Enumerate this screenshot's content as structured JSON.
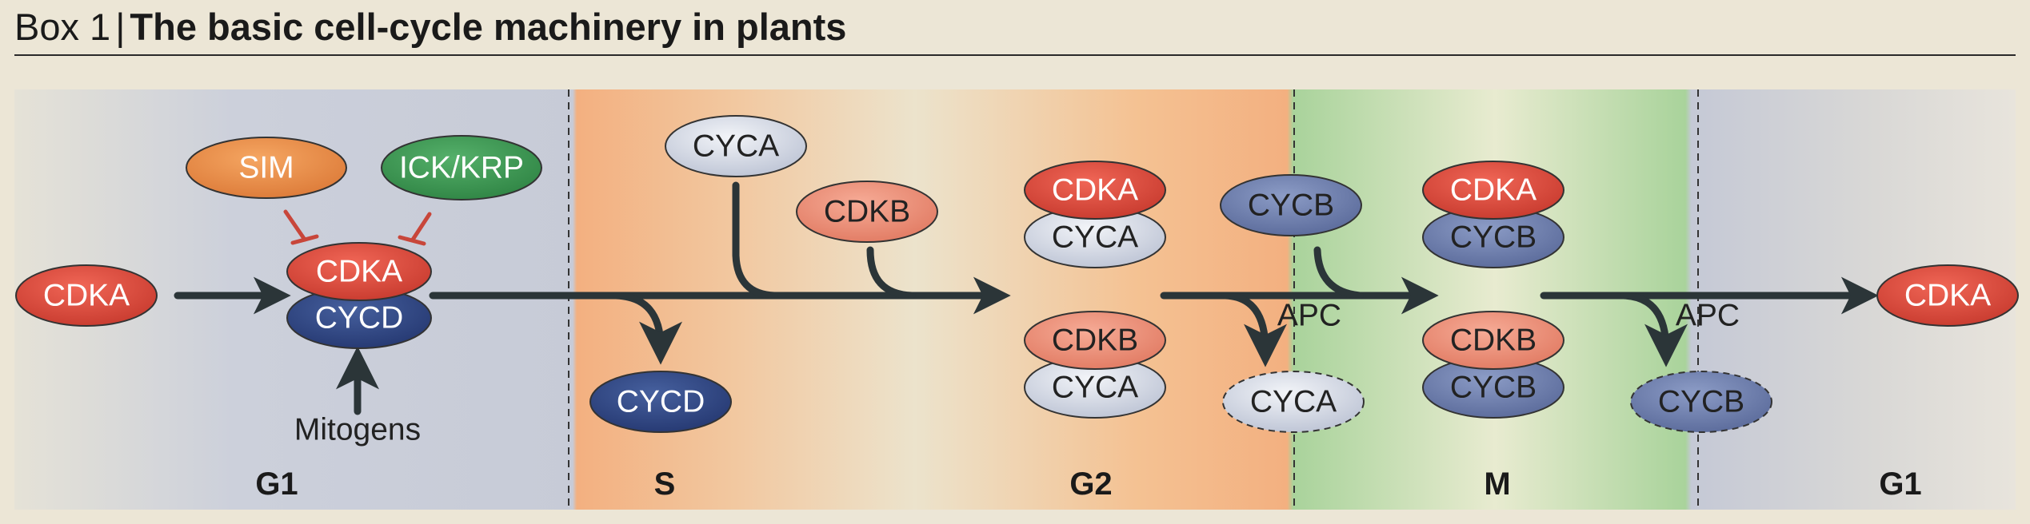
{
  "header": {
    "box_label": "Box 1",
    "separator": "|",
    "title": "The basic cell-cycle machinery in plants"
  },
  "phases": [
    "G1",
    "S",
    "G2",
    "M",
    "G1"
  ],
  "proteins": {
    "cdka_start": "CDKA",
    "sim": "SIM",
    "ick_krp": "ICK/KRP",
    "cdka_g1": "CDKA",
    "cycd_g1": "CYCD",
    "mitogens": "Mitogens",
    "cycd_degraded": "CYCD",
    "cyca_s": "CYCA",
    "cdkb_s": "CDKB",
    "cdka_g2": "CDKA",
    "cyca_g2_top": "CYCA",
    "cdkb_g2": "CDKB",
    "cyca_g2_bottom": "CYCA",
    "cycb_g2m": "CYCB",
    "apc_1": "APC",
    "cyca_degraded": "CYCA",
    "cdka_m": "CDKA",
    "cycb_m_top": "CYCB",
    "cdkb_m": "CDKB",
    "cycb_m_bottom": "CYCB",
    "apc_2": "APC",
    "cycb_degraded": "CYCB",
    "cdka_end": "CDKA"
  },
  "colors": {
    "cdka": "#d9483b",
    "cdkb": "#ec8f78",
    "cyca": "#d8dde8",
    "cycb": "#6d7fae",
    "cycd": "#2f4585",
    "sim": "#e98a45",
    "ick_krp": "#3f9a54",
    "arrow": "#2b3538",
    "inhibition": "#c8463a",
    "phase_g1": "#c5c9d6",
    "phase_s": "#f0b280",
    "phase_m": "#a9d39b"
  }
}
